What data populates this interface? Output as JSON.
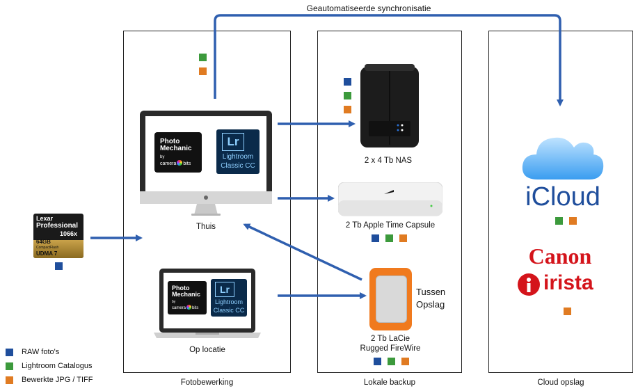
{
  "sync_label": "Geautomatiseerde synchronisatie",
  "columns": {
    "editing": "Fotobewerking",
    "local": "Lokale backup",
    "cloud": "Cloud opslag"
  },
  "devices": {
    "home": "Thuis",
    "laptop": "Op locatie",
    "nas": "2 x 4 Tb NAS",
    "time_capsule": "2 Tb Apple Time Capsule",
    "lacie_line1": "2 Tb LaCie",
    "lacie_line2": "Rugged FireWire",
    "tussen1": "Tussen",
    "tussen2": "Opslag"
  },
  "apps": {
    "photo_mechanic_1": "Photo",
    "photo_mechanic_2": "Mechanic",
    "by": "by",
    "camera": "camera",
    "bits": "bits",
    "lr": "Lr",
    "lightroom": "Lightroom",
    "classic": "Classic CC"
  },
  "card": {
    "brand": "Lexar",
    "line1": "Professional",
    "speed": "1066x",
    "size": "64GB",
    "type": "CompactFlash",
    "udma": "UDMA 7"
  },
  "cloud_services": {
    "icloud": "iCloud",
    "canon": "Canon",
    "irista": "irista"
  },
  "legend": [
    {
      "label": "RAW foto's",
      "color": "#1f4e9c"
    },
    {
      "label": "Lightroom Catalogus",
      "color": "#3c9a3c"
    },
    {
      "label": "Bewerkte JPG / TIFF",
      "color": "#e07b22"
    }
  ],
  "colors": {
    "arrow": "#2f5faf",
    "raw": "#1f4e9c",
    "catalog": "#3c9a3c",
    "jpg": "#e07b22",
    "canon_red": "#d4141b",
    "lacie_orange": "#f07a1e"
  }
}
